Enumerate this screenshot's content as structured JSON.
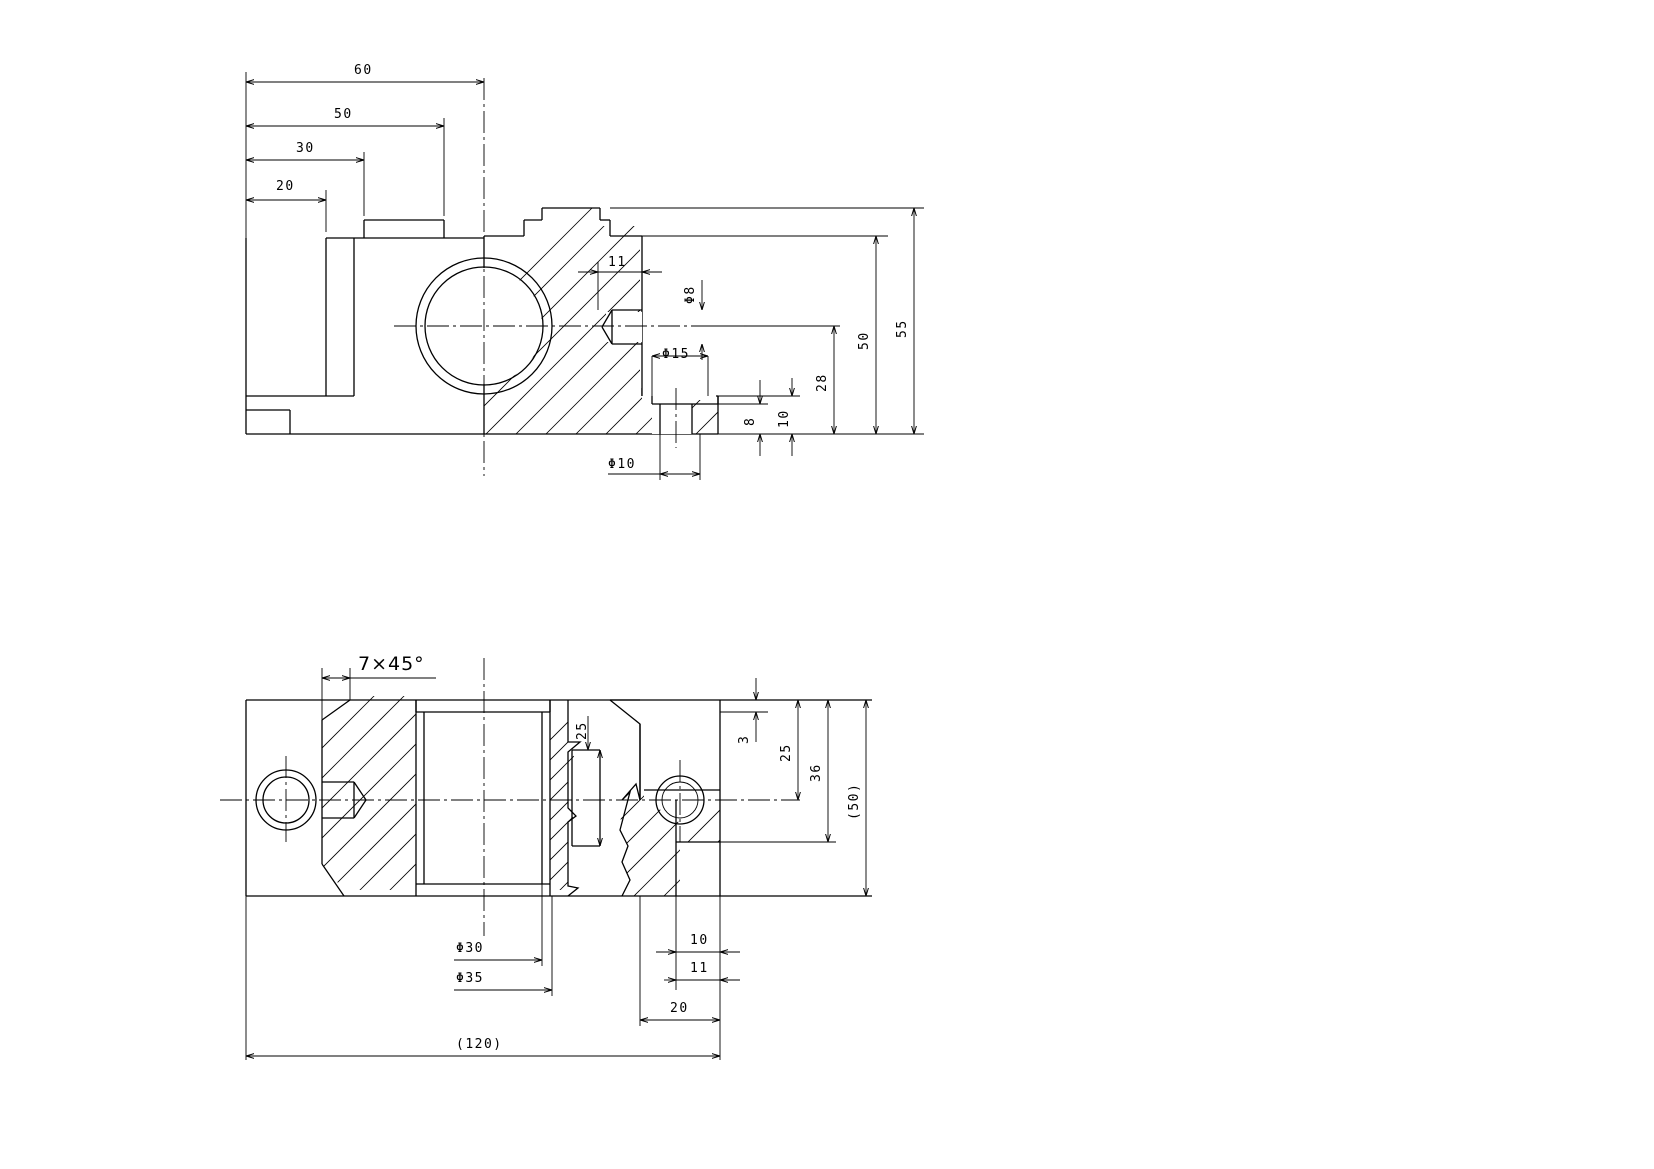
{
  "top_view": {
    "dims": {
      "d60": "60",
      "d50": "50",
      "d30": "30",
      "d20": "20",
      "d11": "11",
      "phi8": "Φ8",
      "phi15": "Φ15",
      "phi10": "Φ10",
      "d28": "28",
      "v50": "50",
      "v55": "55",
      "d10": "10",
      "d8": "8"
    }
  },
  "front_view": {
    "chamfer": "7×45°",
    "dims": {
      "d25_left": "25",
      "d3": "3",
      "d25": "25",
      "d36": "36",
      "d50": "(50)",
      "phi30": "Φ30",
      "phi35": "Φ35",
      "d10": "10",
      "d11": "11",
      "d20": "20",
      "d120": "(120)"
    }
  }
}
